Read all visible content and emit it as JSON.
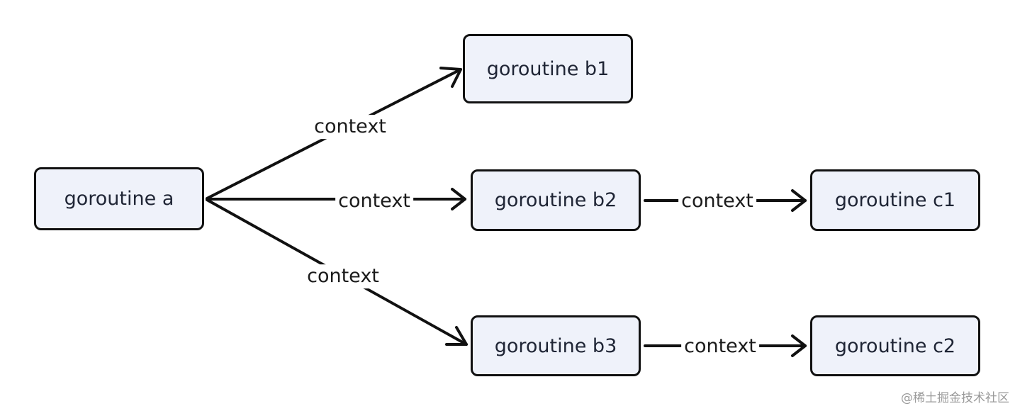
{
  "nodes": {
    "a": "goroutine a",
    "b1": "goroutine b1",
    "b2": "goroutine b2",
    "b3": "goroutine b3",
    "c1": "goroutine c1",
    "c2": "goroutine c2"
  },
  "edges": {
    "a_b1": "context",
    "a_b2": "context",
    "a_b3": "context",
    "b2_c1": "context",
    "b3_c2": "context"
  },
  "watermark": "@稀土掘金技术社区"
}
